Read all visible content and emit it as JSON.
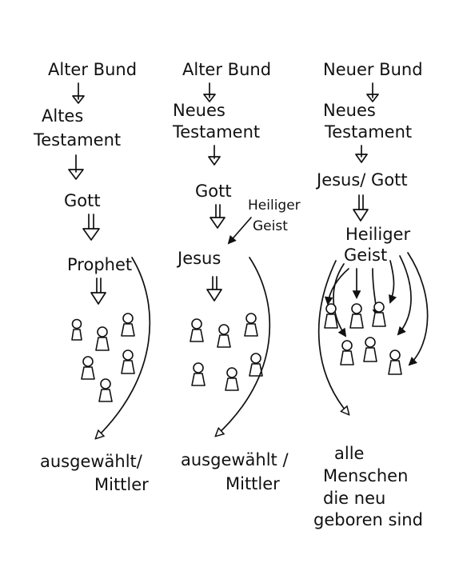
{
  "columns": [
    {
      "covenant": "Alter Bund",
      "testament_line1": "Altes",
      "testament_line2": "Testament",
      "source": "Gott",
      "mediator": "Prophet",
      "result_line1": "ausgewählt/",
      "result_line2": "Mittler"
    },
    {
      "covenant": "Alter Bund",
      "testament_line1": "Neues",
      "testament_line2": "Testament",
      "source": "Gott",
      "spirit_line1": "Heiliger",
      "spirit_line2": "Geist",
      "mediator": "Jesus",
      "result_line1": "ausgewählt /",
      "result_line2": "Mittler"
    },
    {
      "covenant": "Neuer Bund",
      "testament_line1": "Neues",
      "testament_line2": "Testament",
      "source": "Jesus/ Gott",
      "spirit_line1": "Heiliger",
      "spirit_line2": "Geist",
      "result_line1": "alle",
      "result_line2": "Menschen",
      "result_line3": "die neu",
      "result_line4": "geboren sind"
    }
  ],
  "icons": [
    "down-arrow-icon",
    "double-arrow-icon",
    "person-icon",
    "curved-arrow-icon"
  ],
  "colors": {
    "ink": "#111111",
    "paper": "#ffffff"
  }
}
